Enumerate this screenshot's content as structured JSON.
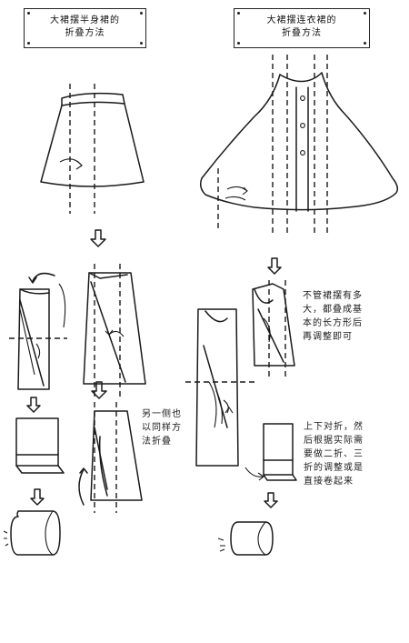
{
  "left_panel": {
    "title_line1": "大裙摆半身裙的",
    "title_line2": "折叠方法",
    "note_other_side": "另一侧也\n以同样方\n法折叠"
  },
  "right_panel": {
    "title_line1": "大裙摆连衣裙的",
    "title_line2": "折叠方法",
    "note_rectangle": "不管裙摆有多\n大，都叠成基\n本的长方形后\n再调整即可",
    "note_fold": "上下对折，然\n后根据实际需\n要做二折、三\n折的调整或是\n直接卷起来"
  },
  "colors": {
    "ink": "#1a1a1a",
    "background": "#ffffff"
  }
}
